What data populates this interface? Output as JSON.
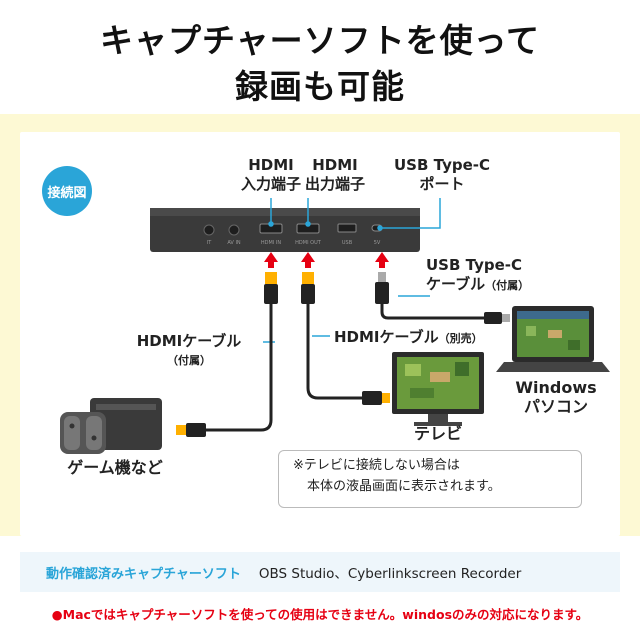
{
  "heading": {
    "line1": "キャプチャーソフトを使って",
    "line2": "録画も可能"
  },
  "diagram": {
    "badge": "接続図",
    "hdmi_in": [
      "HDMI",
      "入力端子"
    ],
    "hdmi_out": [
      "HDMI",
      "出力端子"
    ],
    "usbc_port": [
      "USB Type-C",
      "ポート"
    ],
    "usbc_cable": [
      "USB Type-C",
      "ケーブル",
      "（付属）"
    ],
    "hdmi_cable_included": [
      "HDMIケーブル",
      "（付属）"
    ],
    "hdmi_cable_separate": [
      "HDMIケーブル",
      "（別売）"
    ],
    "pc": [
      "Windows",
      "パソコン"
    ],
    "tv": "テレビ",
    "game": "ゲーム機など",
    "device_ports": [
      "IT",
      "AV IN",
      "HDMI IN",
      "HDMI OUT",
      "USB",
      "5V"
    ],
    "note": [
      "※テレビに接続しない場合は",
      "本体の液晶画面に表示されます。"
    ]
  },
  "software": {
    "label": "動作確認済みキャプチャーソフト",
    "value": "OBS Studio、Cyberlinkscreen Recorder"
  },
  "warning": "●Macではキャプチャーソフトを使っての使用はできません。windosのみの対応になります。",
  "colors": {
    "accent": "#2aa5d8",
    "arrow": "#e60012",
    "panel": "#fdf9d4",
    "device": "#3a3a3a"
  }
}
